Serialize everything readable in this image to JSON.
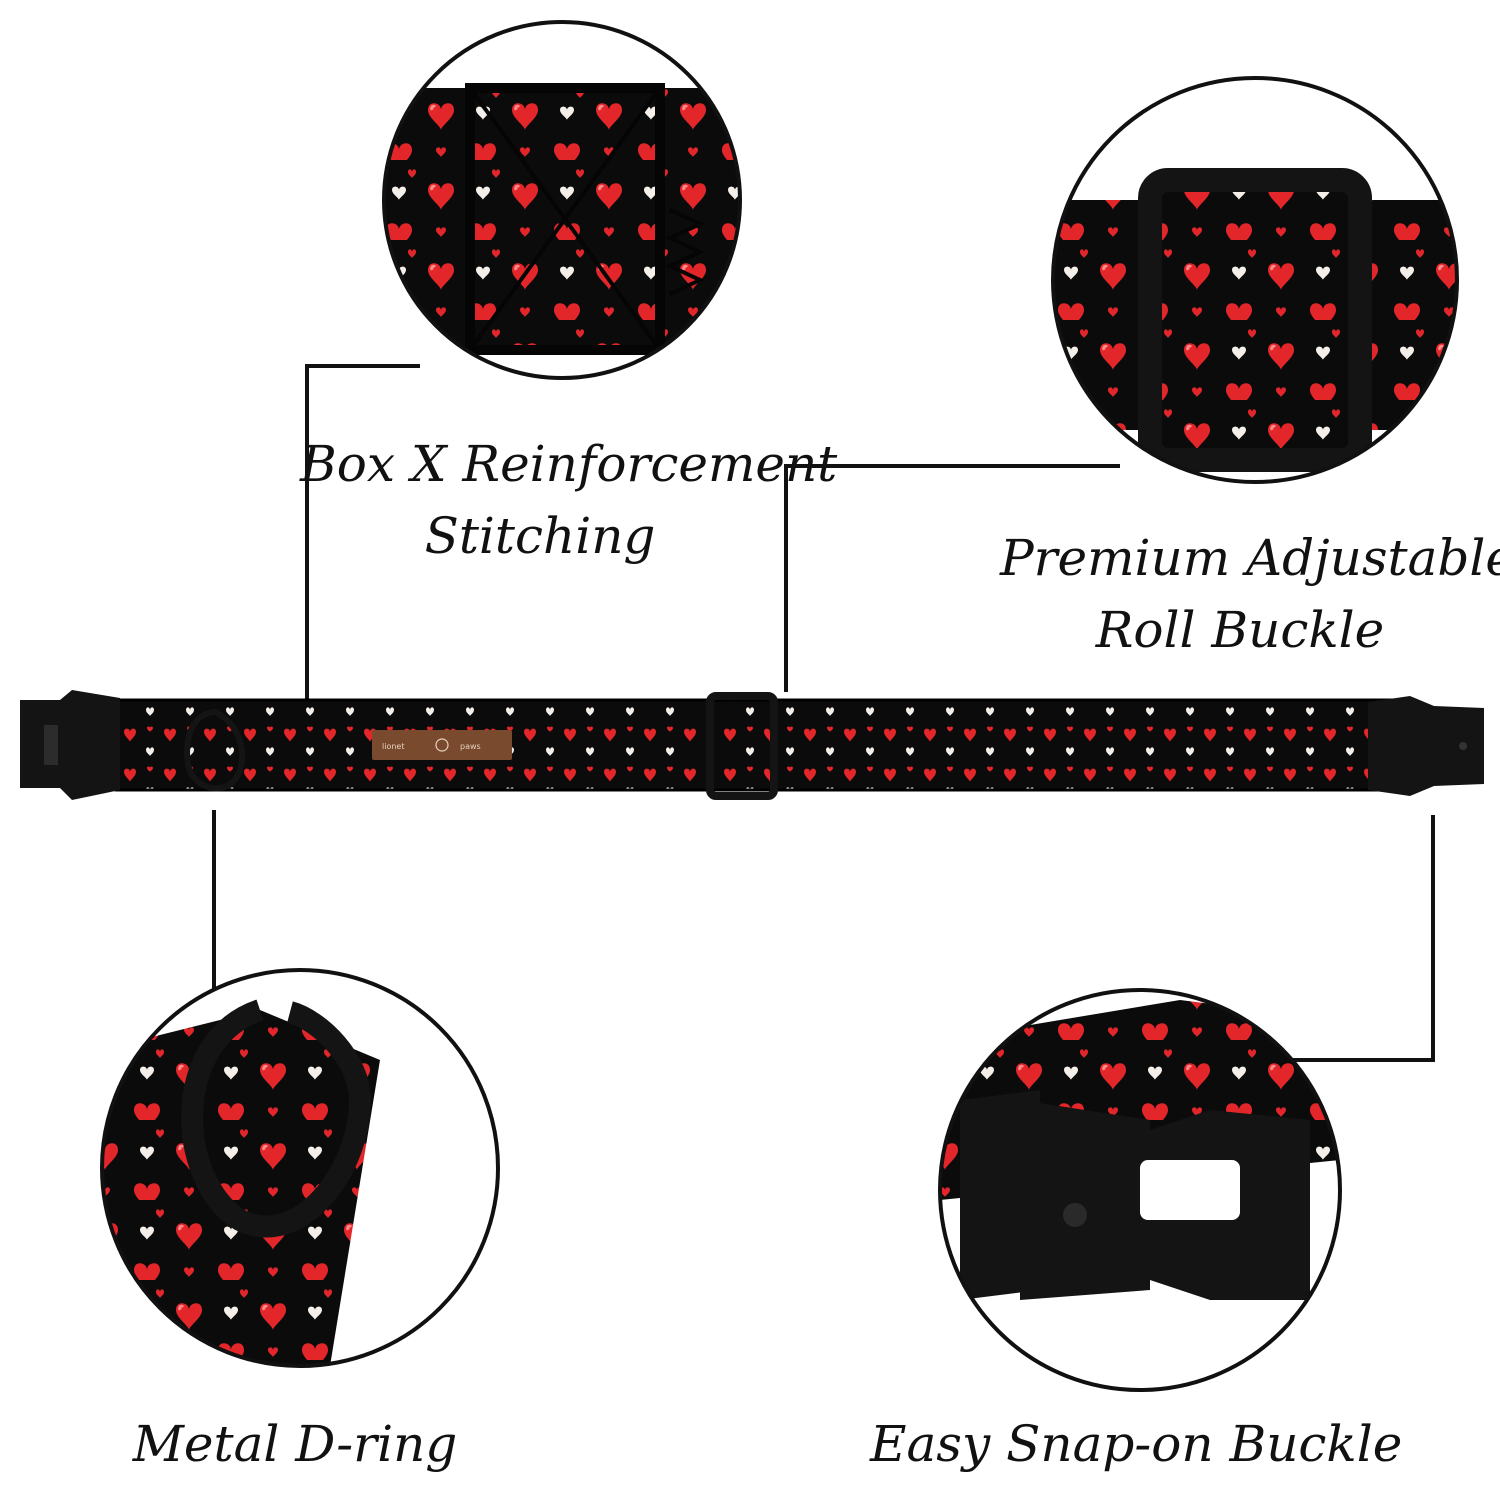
{
  "features": {
    "box_x": {
      "line1": "Box X Reinforcement",
      "line2": "Stitching"
    },
    "roll_buckle": {
      "line1": "Premium Adjustable",
      "line2": "Roll Buckle"
    },
    "d_ring": {
      "line1": "Metal D-ring"
    },
    "snap_buckle": {
      "line1": "Easy Snap-on Buckle"
    }
  },
  "brand_patch": {
    "text_left": "lionet",
    "text_right": "paws"
  },
  "colors": {
    "fabric": "#0b0b0b",
    "heart": "#e3262a",
    "heart_light": "#ff6b6b",
    "white_heart": "#f4efe8",
    "hardware": "#141414",
    "patch": "#7a4a2e",
    "connector": "#111111"
  }
}
